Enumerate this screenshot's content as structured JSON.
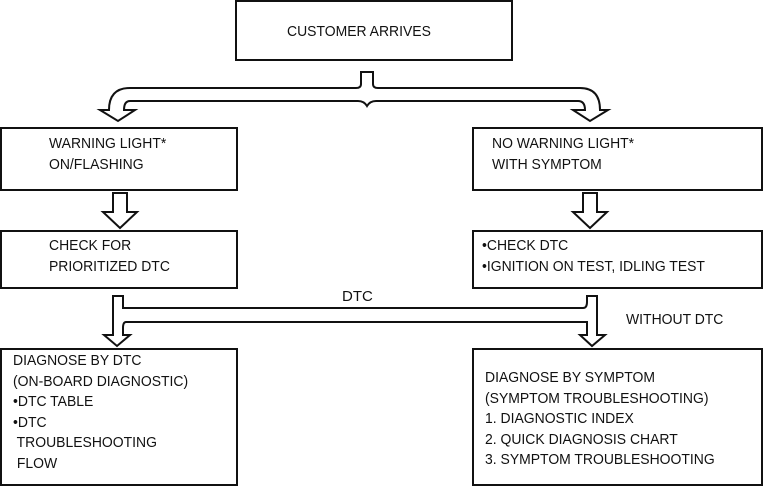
{
  "start": {
    "label": "CUSTOMER ARRIVES"
  },
  "left_branch": {
    "condition": [
      "WARNING LIGHT*",
      "ON/FLASHING"
    ],
    "step": [
      "CHECK FOR",
      "PRIORITIZED DTC"
    ],
    "result": [
      "DIAGNOSE BY DTC",
      "(ON-BOARD DIAGNOSTIC)",
      "•DTC TABLE",
      "•DTC",
      " TROUBLESHOOTING",
      " FLOW"
    ]
  },
  "right_branch": {
    "condition": [
      "NO WARNING LIGHT*",
      "WITH SYMPTOM"
    ],
    "step": [
      "•CHECK DTC",
      "•IGNITION ON TEST, IDLING TEST"
    ],
    "result": [
      "DIAGNOSE BY SYMPTOM",
      "(SYMPTOM TROUBLESHOOTING)",
      "1. DIAGNOSTIC INDEX",
      "2. QUICK DIAGNOSIS CHART",
      "3. SYMPTOM TROUBLESHOOTING"
    ]
  },
  "edges": {
    "dtc_label": "DTC",
    "without_dtc_label": "WITHOUT DTC"
  }
}
